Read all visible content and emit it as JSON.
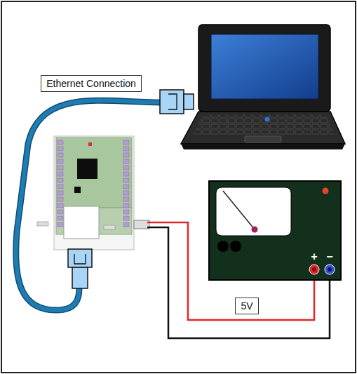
{
  "diagram": {
    "nodes": [
      {
        "text": [
          "Ethernet Connection"
        ]
      },
      {
        "text": [
          "5V"
        ]
      }
    ],
    "labels": [
      "+",
      "−"
    ]
  }
}
